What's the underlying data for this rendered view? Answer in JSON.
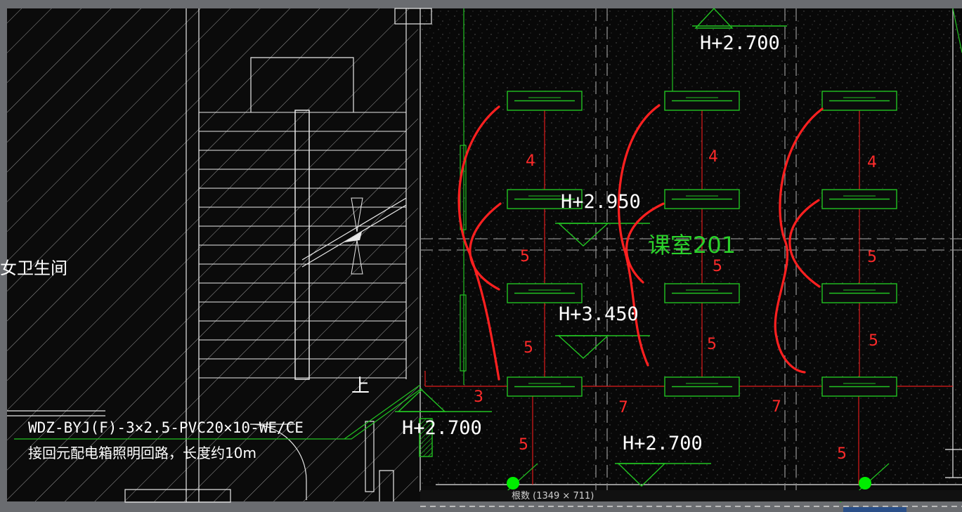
{
  "drawing": {
    "room_label": "课室201",
    "left_room_label": "女卫生间",
    "stair_label": "上",
    "elevations": [
      "H+2.700",
      "H+2.950",
      "H+3.450",
      "H+2.700",
      "H+2.700"
    ],
    "wire_spec": "WDZ-BYJ(F)-3×2.5-PVC20×10-WE/CE",
    "wire_note": "接回元配电箱照明回路，长度约10m"
  },
  "wire_counts": {
    "col1": [
      "4",
      "5",
      "5"
    ],
    "col2": [
      "4",
      "5",
      "5"
    ],
    "col3": [
      "4",
      "5",
      "5"
    ],
    "horizontal": [
      "3",
      "7",
      "7"
    ],
    "drops": [
      "5",
      "5"
    ]
  },
  "status_bar": {
    "label": "根数 (1349 × 711)"
  },
  "colors": {
    "background": "#0b0b0b",
    "frame": "#6a6c70",
    "line_white": "#e8e8e8",
    "fixture_green": "#22c322",
    "wire_red": "#e01b1b",
    "annotation_red": "#ff2020",
    "node_green": "#00ee00"
  }
}
